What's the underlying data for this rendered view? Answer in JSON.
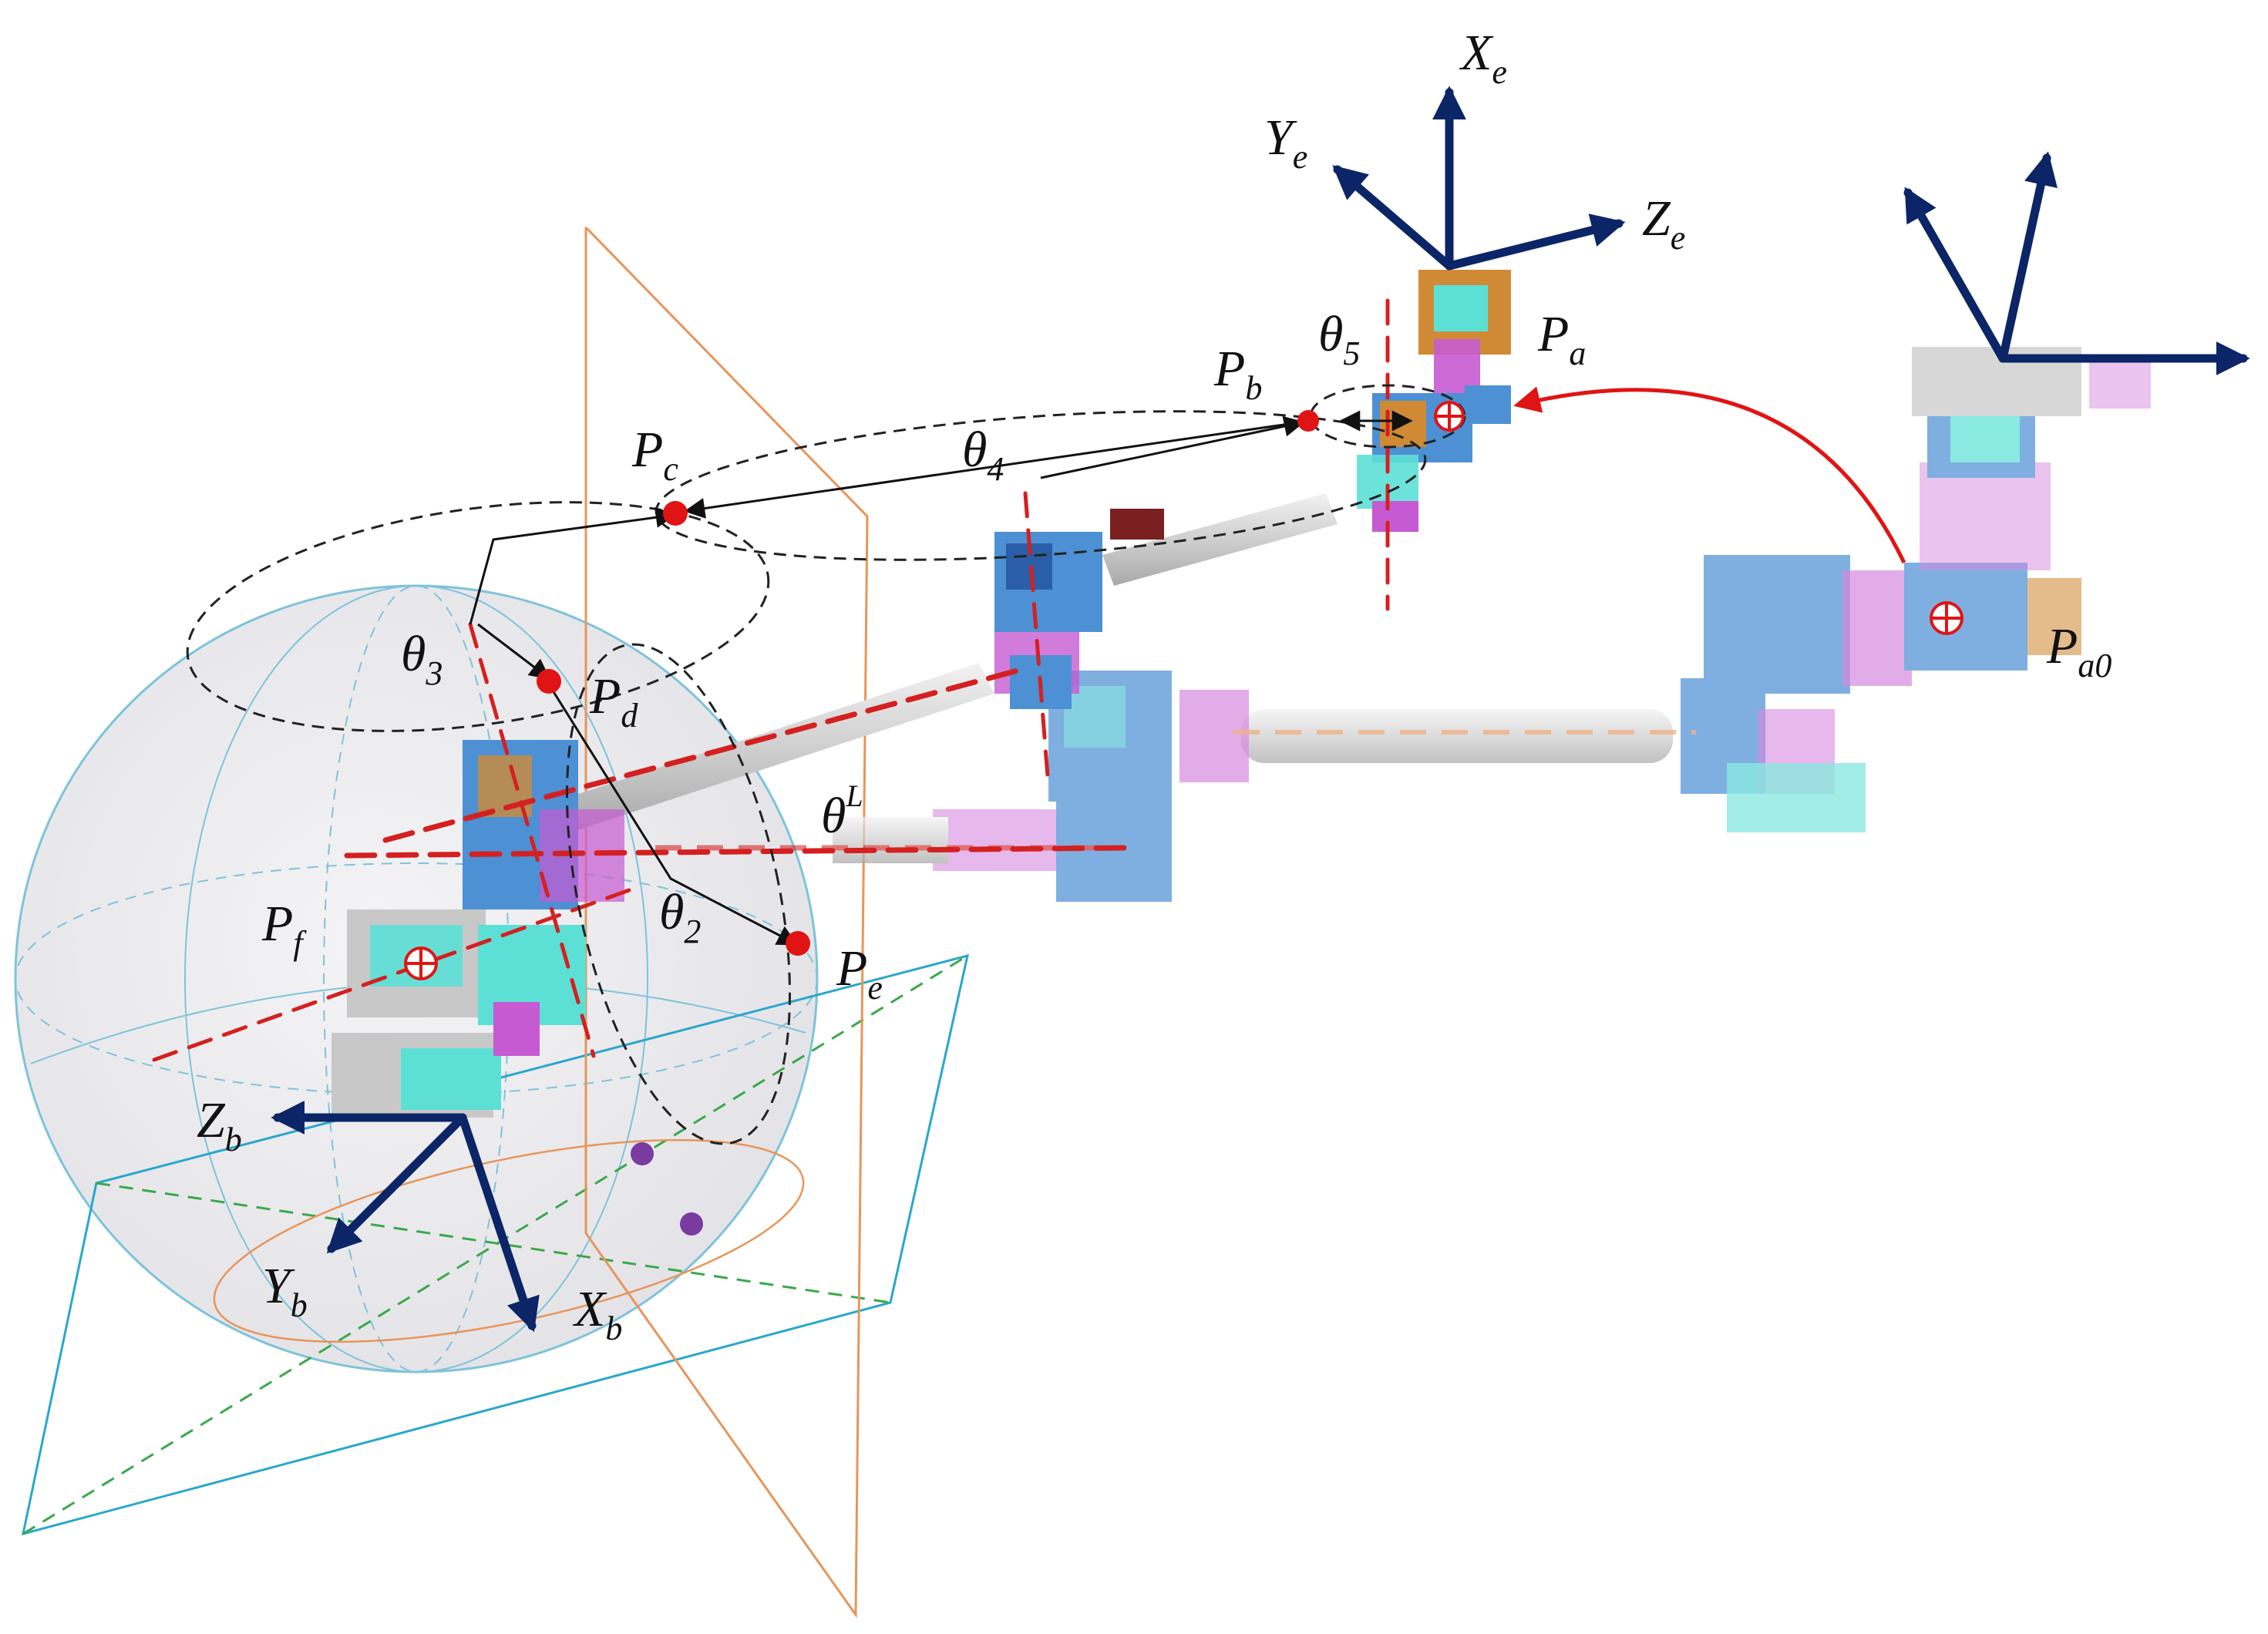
{
  "colors": {
    "axis_navy": "#0b2566",
    "red_dashed": "#d42020",
    "red_point": "#e01414",
    "black_dashed": "#222222",
    "sphere_outline": "#7ec3da",
    "sphere_fill": "#ececef",
    "orange_plane": "#e8955a",
    "cyan_plane": "#2aa7cc",
    "green_dashed": "#3aa84a",
    "purple_point": "#7a3aa0",
    "arm_blue": "#4d90d4",
    "arm_cyan": "#5ce0d6",
    "arm_magenta": "#c65ad2",
    "arm_gray": "#c8c8c8",
    "arm_orange": "#d08a36"
  },
  "icons": {
    "target_marker": "circled-plus-icon",
    "arrowhead": "triangle-arrow-icon"
  },
  "frames": {
    "end_frame": {
      "x": {
        "base": "X",
        "sub": "e"
      },
      "y": {
        "base": "Y",
        "sub": "e"
      },
      "z": {
        "base": "Z",
        "sub": "e"
      }
    },
    "base_frame": {
      "x": {
        "base": "X",
        "sub": "b"
      },
      "y": {
        "base": "Y",
        "sub": "b"
      },
      "z": {
        "base": "Z",
        "sub": "b"
      }
    }
  },
  "points": {
    "pa": {
      "base": "P",
      "sub": "a"
    },
    "pa0": {
      "base": "P",
      "sub": "a0"
    },
    "pb": {
      "base": "P",
      "sub": "b"
    },
    "pc": {
      "base": "P",
      "sub": "c"
    },
    "pd": {
      "base": "P",
      "sub": "d"
    },
    "pe": {
      "base": "P",
      "sub": "e"
    },
    "pf": {
      "base": "P",
      "sub": "f"
    }
  },
  "angles": {
    "theta2": {
      "base": "θ",
      "sub": "2"
    },
    "theta3": {
      "base": "θ",
      "sub": "3"
    },
    "theta4": {
      "base": "θ",
      "sub": "4"
    },
    "theta5": {
      "base": "θ",
      "sub": "5"
    },
    "thetaL": {
      "base": "θ",
      "sup": "L"
    }
  }
}
